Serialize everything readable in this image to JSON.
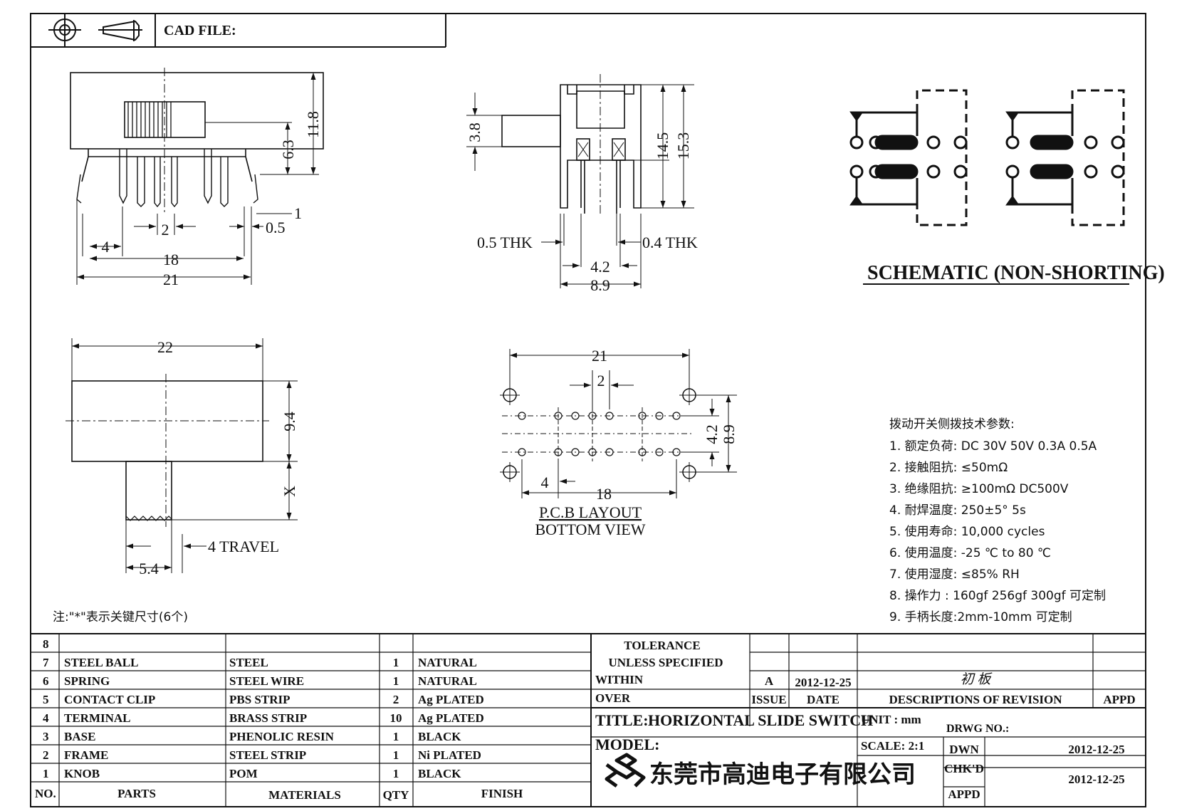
{
  "header": {
    "cad_label": "CAD FILE:",
    "projection_icons": [
      "crosshair-circle-icon",
      "truncated-cone-icon"
    ]
  },
  "front_view": {
    "height_total": "11.8",
    "height_body": "6.3",
    "pin_pitch": "2",
    "span_4": "4",
    "span_18": "18",
    "span_21": "21",
    "dim_1": "1",
    "dim_05": "0.5"
  },
  "side_view": {
    "stem": "3.8",
    "h1": "14.5",
    "h2": "15.3",
    "thk_left": "0.5 THK",
    "thk_right": "0.4 THK",
    "w1": "4.2",
    "w2": "8.9"
  },
  "top_view": {
    "width": "22",
    "height": "9.4",
    "stem": "X",
    "knob": "5.4",
    "travel": "4 TRAVEL"
  },
  "pcb": {
    "w21": "21",
    "pitch": "2",
    "h42": "4.2",
    "h89": "8.9",
    "w4": "4",
    "w18": "18",
    "label1": "P.C.B LAYOUT",
    "label2": "BOTTOM VIEW"
  },
  "schematic_title": "SCHEMATIC (NON-SHORTING)",
  "specs": {
    "heading": "拨动开关侧拨技术参数:",
    "items": [
      "1.  额定负荷: DC 30V    50V    0.3A    0.5A",
      "2.  接触阻抗: ≤50mΩ",
      "3.  绝缘阻抗: ≥100mΩ   DC500V",
      "4.  耐焊温度: 250±5°   5s",
      "5.  使用寿命: 10,000 cycles",
      "6.  使用温度: -25  ℃   to 80  ℃",
      "7.  使用湿度: ≤85% RH",
      "8.  操作力 : 160gf    256gf    300gf   可定制",
      "9.  手柄长度:2mm-10mm   可定制"
    ]
  },
  "note": "注:\"*\"表示关键尺寸(6个)",
  "parts": {
    "header": [
      "NO.",
      "PARTS",
      "MATERIALS",
      "QTY",
      "FINISH"
    ],
    "rows": [
      {
        "no": "8",
        "part": "",
        "material": "",
        "qty": "",
        "finish": ""
      },
      {
        "no": "7",
        "part": "STEEL  BALL",
        "material": "STEEL",
        "qty": "1",
        "finish": "NATURAL"
      },
      {
        "no": "6",
        "part": "SPRING",
        "material": "STEEL  WIRE",
        "qty": "1",
        "finish": "NATURAL"
      },
      {
        "no": "5",
        "part": "CONTACT  CLIP",
        "material": "PBS  STRIP",
        "qty": "2",
        "finish": "Ag  PLATED"
      },
      {
        "no": "4",
        "part": "TERMINAL",
        "material": "BRASS  STRIP",
        "qty": "10",
        "finish": "Ag  PLATED"
      },
      {
        "no": "3",
        "part": "BASE",
        "material": "PHENOLIC  RESIN",
        "qty": "1",
        "finish": "BLACK"
      },
      {
        "no": "2",
        "part": "FRAME",
        "material": "STEEL  STRIP",
        "qty": "1",
        "finish": "Ni  PLATED"
      },
      {
        "no": "1",
        "part": "KNOB",
        "material": "POM",
        "qty": "1",
        "finish": "BLACK"
      }
    ]
  },
  "title_block": {
    "tolerance": "TOLERANCE",
    "unless": "UNLESS    SPECIFIED",
    "within": "WITHIN",
    "over": "OVER",
    "issue_letter": "A",
    "issue_date": "2012-12-25",
    "revision_text": "初 板",
    "issue_label": "ISSUE",
    "date_label": "DATE",
    "desc_label": "DESCRIPTIONS  OF  REVISION",
    "appd_label": "APPD",
    "title_label": "TITLE:",
    "title_value": "HORIZONTAL  SLIDE  SWITCH",
    "unit": "UNIT : mm",
    "drwg_no": "DRWG  NO.:",
    "model_label": "MODEL:",
    "scale": "SCALE:  2:1",
    "company": "东莞市高迪电子有限公司",
    "dwn_label": "DWN",
    "chkd_label": "CHK'D",
    "appd2_label": "APPD",
    "dwn_date": "2012-12-25",
    "chkd_date": "2012-12-25"
  }
}
